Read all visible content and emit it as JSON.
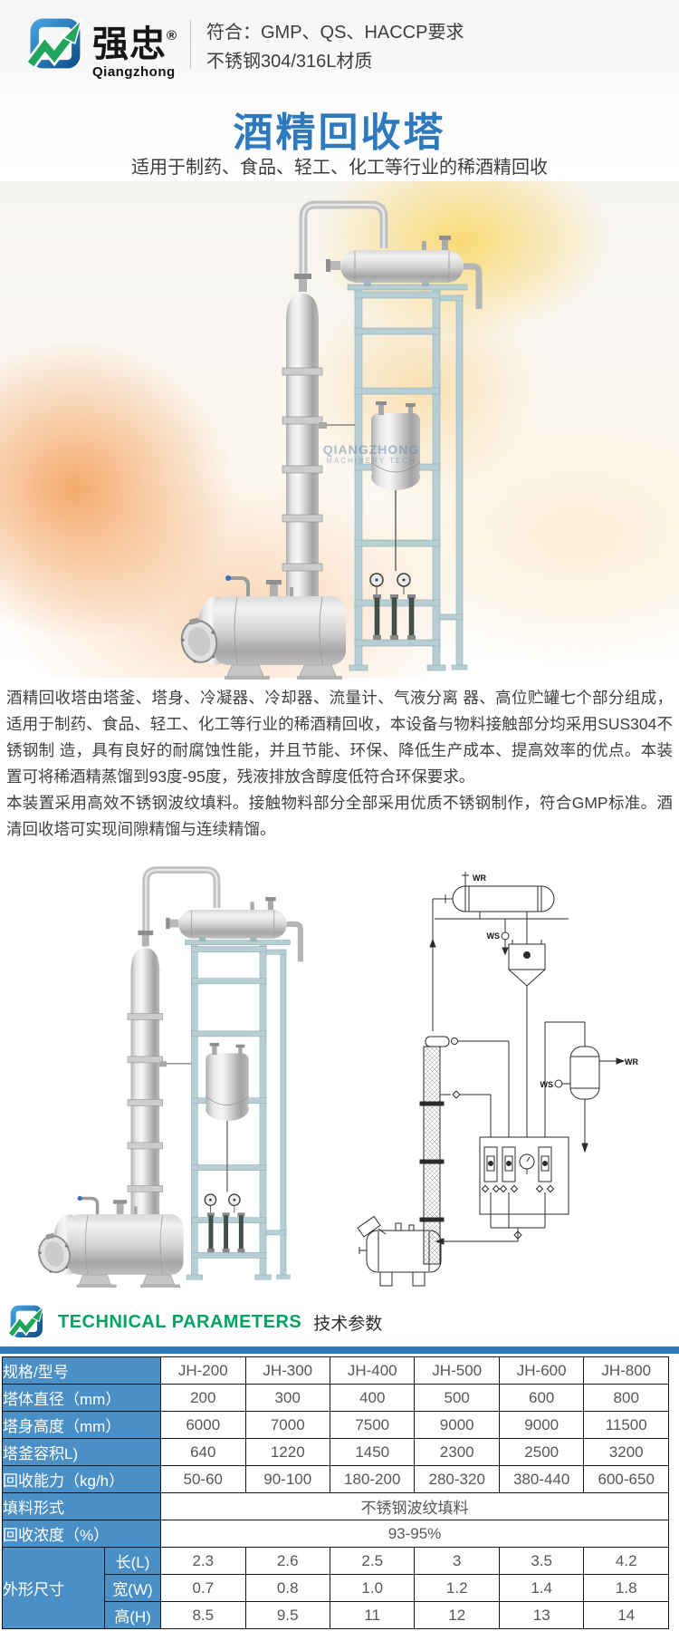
{
  "header": {
    "brand_cn": "强忠",
    "brand_reg": "®",
    "brand_en": "Qiangzhong",
    "tagline_line1": "符合：GMP、QS、HACCP要求",
    "tagline_line2": "不锈钢304/316L材质"
  },
  "title": {
    "heading": "酒精回收塔",
    "subtitle": "适用于制药、食品、轻工、化工等行业的稀酒精回收"
  },
  "hero": {
    "watermark_brand": "QIANGZHONG",
    "watermark_sub": "MACHINERY TECH"
  },
  "paragraphs": {
    "p1": "酒精回收塔由塔釜、塔身、冷凝器、冷却器、流量计、气液分离 器、高位贮罐七个部分组成，适用于制药、食品、轻工、化工等行业的稀酒精回收，本设备与物料接触部分均采用SUS304不锈钢制 造，具有良好的耐腐蚀性能，并且节能、环保、降低生产成本、提高效率的优点。本装置可将稀酒精蒸馏到93度-95度，残液排放含醇度低符合环保要求。",
    "p2": "本装置采用高效不锈钢波纹填料。接触物料部分全部采用优质不锈钢制作，符合GMP标准。酒清回收塔可实现间隙精馏与连续精馏。"
  },
  "diagram": {
    "wr": "WR",
    "ws": "WS"
  },
  "tech_section": {
    "title_en": "TECHNICAL PARAMETERS",
    "title_zh": "技术参数"
  },
  "table": {
    "header_label": "规格/型号",
    "models": [
      "JH-200",
      "JH-300",
      "JH-400",
      "JH-500",
      "JH-600",
      "JH-800"
    ],
    "rows": [
      {
        "label": "塔体直径（mm）",
        "values": [
          "200",
          "300",
          "400",
          "500",
          "600",
          "800"
        ]
      },
      {
        "label": "塔身高度（mm）",
        "values": [
          "6000",
          "7000",
          "7500",
          "9000",
          "9000",
          "11500"
        ]
      },
      {
        "label": "塔釜容积L)",
        "values": [
          "640",
          "1220",
          "1450",
          "2300",
          "2500",
          "3200"
        ]
      },
      {
        "label": "回收能力（kg/h）",
        "values": [
          "50-60",
          "90-100",
          "180-200",
          "280-320",
          "380-440",
          "600-650"
        ]
      }
    ],
    "packing": {
      "label": "填料形式",
      "value": "不锈钢波纹填料"
    },
    "concentration": {
      "label": "回收浓度（%）",
      "value": "93-95%"
    },
    "dimensions": {
      "label": "外形尺寸",
      "rows": [
        {
          "sub": "长(L)",
          "values": [
            "2.3",
            "2.6",
            "2.5",
            "3",
            "3.5",
            "4.2"
          ]
        },
        {
          "sub": "宽(W)",
          "values": [
            "0.7",
            "0.8",
            "1.0",
            "1.2",
            "1.4",
            "1.8"
          ]
        },
        {
          "sub": "高(H)",
          "values": [
            "8.5",
            "9.5",
            "11",
            "12",
            "13",
            "14"
          ]
        }
      ]
    }
  },
  "colors": {
    "accent_blue": "#2e78be",
    "table_blue": "#4a8fc6",
    "green": "#00a45f"
  }
}
